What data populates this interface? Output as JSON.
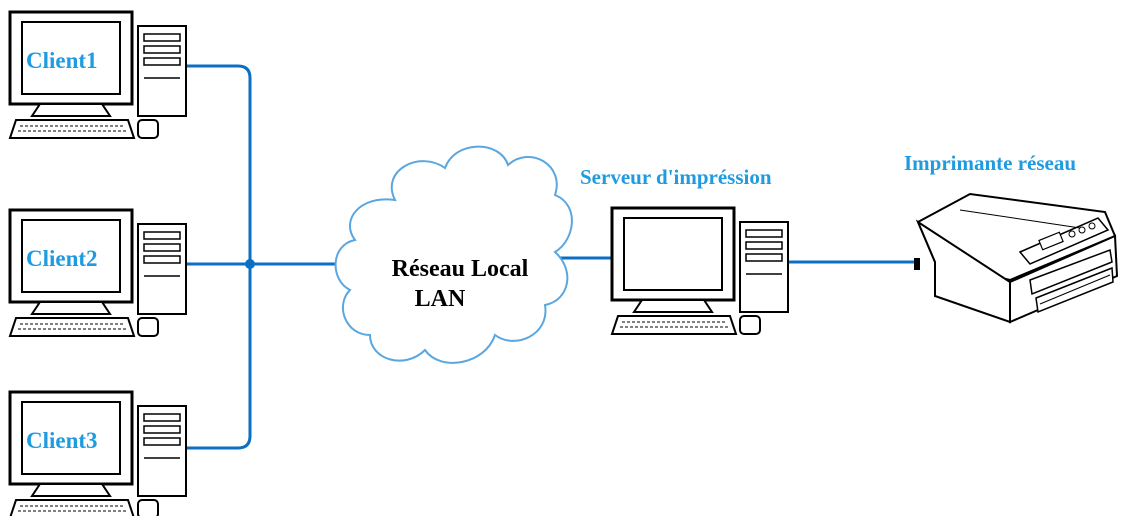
{
  "clients": [
    {
      "label": "Client1"
    },
    {
      "label": "Client2"
    },
    {
      "label": "Client3"
    }
  ],
  "cloud": {
    "line1": "Réseau Local",
    "line2": "LAN"
  },
  "server": {
    "label": "Serveur d'impréssion"
  },
  "printer": {
    "label": "Imprimante réseau"
  },
  "colors": {
    "link": "#0b6fc4",
    "label": "#1f9be0",
    "cloud_stroke": "#5aa6e0",
    "outline": "#000000"
  }
}
